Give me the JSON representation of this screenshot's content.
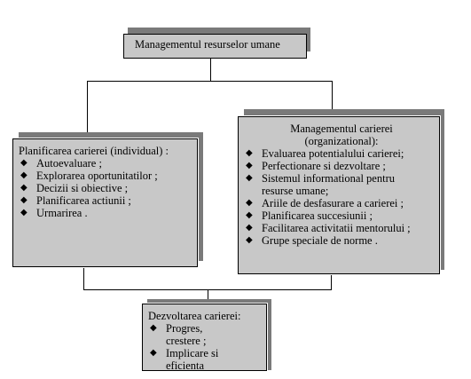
{
  "diagram": {
    "top": {
      "title": "Managementul resurselor umane"
    },
    "left": {
      "title": "Planificarea carierei (individual) :",
      "items": [
        "Autoevaluare ;",
        "Explorarea oportunitatilor ;",
        "Decizii si obiective ;",
        "Planificarea actiunii ;",
        "Urmarirea ."
      ]
    },
    "right": {
      "title_line1": "Managementul carierei",
      "title_line2": "(organizational):",
      "items": [
        "Evaluarea potentialului carierei;",
        "Perfectionare si dezvoltare ;",
        "Sistemul informational pentru resurse umane;",
        "Ariile de desfasurare a carierei ;",
        "Planificarea succesiunii ;",
        "Facilitarea activitatii mentorului ;",
        "Grupe speciale de norme ."
      ]
    },
    "bottom": {
      "title": "Dezvoltarea carierei:",
      "items": [
        "Progres, crestere ;",
        "Implicare si eficienta"
      ]
    },
    "bullet_glyph": "◆",
    "colors": {
      "box_fill": "#c8c8c8",
      "shadow": "#7a7a7a",
      "line": "#000000"
    }
  }
}
